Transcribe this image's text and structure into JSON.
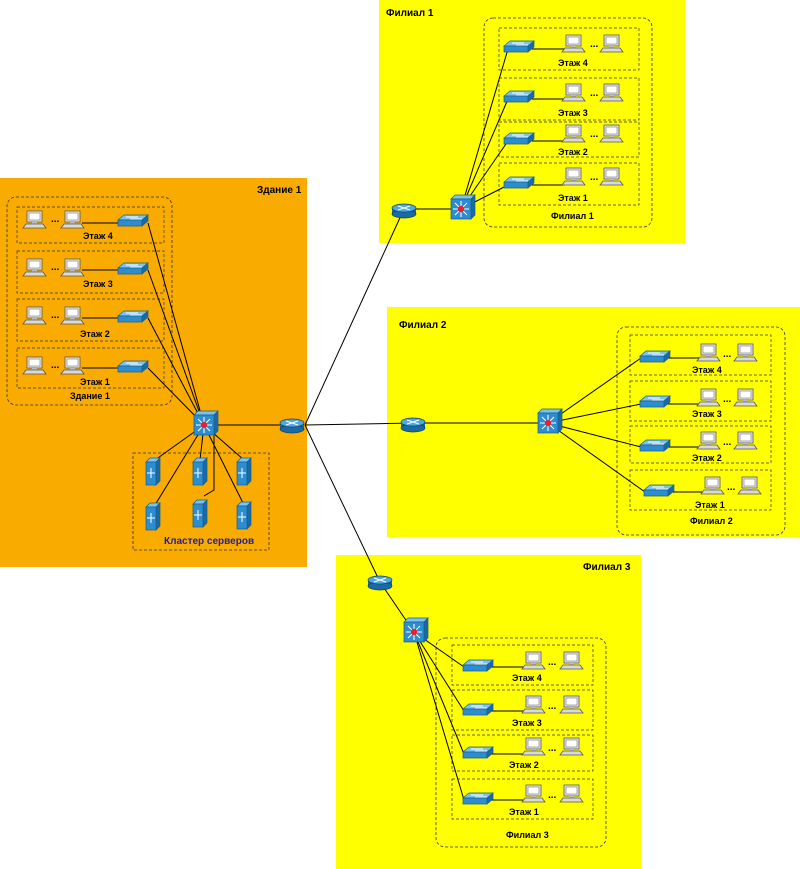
{
  "colors": {
    "building": "#f9ab00",
    "branch": "#ffff00",
    "device": "#2c8dd0",
    "link": "#000000",
    "server_label": "#1f1f9c"
  },
  "building1": {
    "title": "Здание 1",
    "group_label": "Здание 1",
    "floors": [
      "Этаж 4",
      "Этаж 3",
      "Этаж 2",
      "Этаж 1"
    ],
    "server_cluster_label": "Кластер серверов"
  },
  "branches": [
    {
      "title": "Филиал 1",
      "group_label": "Филиал 1",
      "floors": [
        "Этаж 4",
        "Этаж 3",
        "Этаж 2",
        "Этаж 1"
      ]
    },
    {
      "title": "Филиал 2",
      "group_label": "Филиал 2",
      "floors": [
        "Этаж 4",
        "Этаж 3",
        "Этаж 2",
        "Этаж 1"
      ]
    },
    {
      "title": "Филиал 3",
      "group_label": "Филиал 3",
      "floors": [
        "Этаж 4",
        "Этаж 3",
        "Этаж 2",
        "Этаж 1"
      ]
    }
  ],
  "ellipsis": "...",
  "icons": {
    "router": "router-icon",
    "core_switch": "layer3-switch-icon",
    "switch": "workgroup-switch-icon",
    "pc": "desktop-pc-icon",
    "server": "server-icon"
  }
}
